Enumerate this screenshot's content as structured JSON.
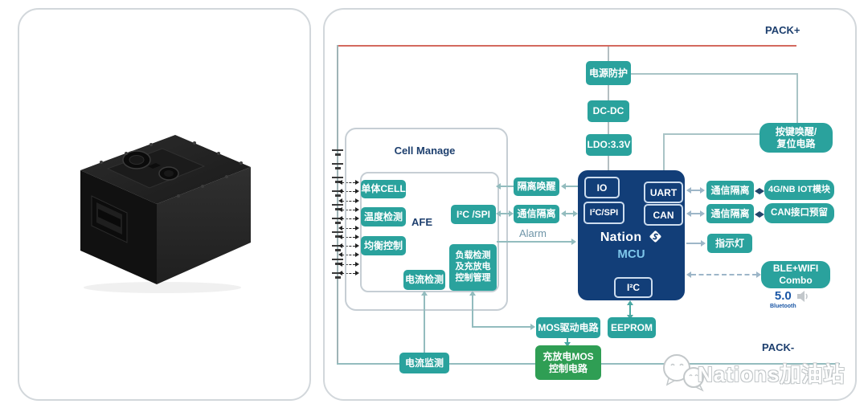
{
  "left_panel": {
    "image_alt": "black battery pack product photo"
  },
  "diagram": {
    "pack_plus": "PACK+",
    "pack_minus": "PACK-",
    "cell_manage_label": "Cell Manage",
    "afe_label": "AFE",
    "alarm_label": "Alarm",
    "nodes": {
      "power_protect": "电源防护",
      "dcdc": "DC-DC",
      "ldo": "LDO:3.3V",
      "wake_reset": "按键唤醒/\n复位电路",
      "cell": "单体CELL",
      "temp": "温度检测",
      "balance": "均衡控制",
      "afe_i2c_spi": "I²C /SPI",
      "current_detect": "电流检测",
      "load_detect": "负载检测\n及充放电\n控制管理",
      "iso_wake": "隔离唤醒",
      "comm_iso_left": "通信隔离",
      "comm_iso_right_top": "通信隔离",
      "comm_iso_right_bottom": "通信隔离",
      "module_4g": "4G/NB IOT模块",
      "can_reserved": "CAN接口预留",
      "indicator": "指示灯",
      "ble_combo": "BLE+WIFI\nCombo",
      "mos_drive": "MOS驱动电路",
      "eeprom": "EEPROM",
      "current_monitor": "电流监测",
      "mos_control": "充放电MOS\n控制电路"
    },
    "mcu": {
      "brand": "Nation",
      "label": "MCU",
      "ports": {
        "io": "IO",
        "uart": "UART",
        "i2c_spi": "I²C/SPI",
        "can": "CAN",
        "i2c": "I²C"
      }
    },
    "bluetooth": {
      "version": "5.0",
      "word": "Bluetooth"
    },
    "battery_string": {
      "cell_count": 10,
      "arrow_count": 11
    }
  },
  "watermark": {
    "text": "Nations加油站"
  },
  "icons": {
    "nations_logo": "nations-logo-icon",
    "bluetooth_badge": "bluetooth-5-badge",
    "speaker": "speaker-icon",
    "wechat": "wechat-icon"
  },
  "colors": {
    "teal_node": "#2aa29d",
    "green_node": "#2f9e54",
    "mcu_navy": "#123e78",
    "pack_line_red": "#d4695f",
    "wire_teal": "#93bcbe",
    "arrow_blue": "#9db6c8",
    "dark_arrow": "#23466b",
    "label_navy": "#1d3f6e",
    "mcu_label_blue": "#7ec6ea",
    "bluetooth_blue": "#1b57a6"
  }
}
